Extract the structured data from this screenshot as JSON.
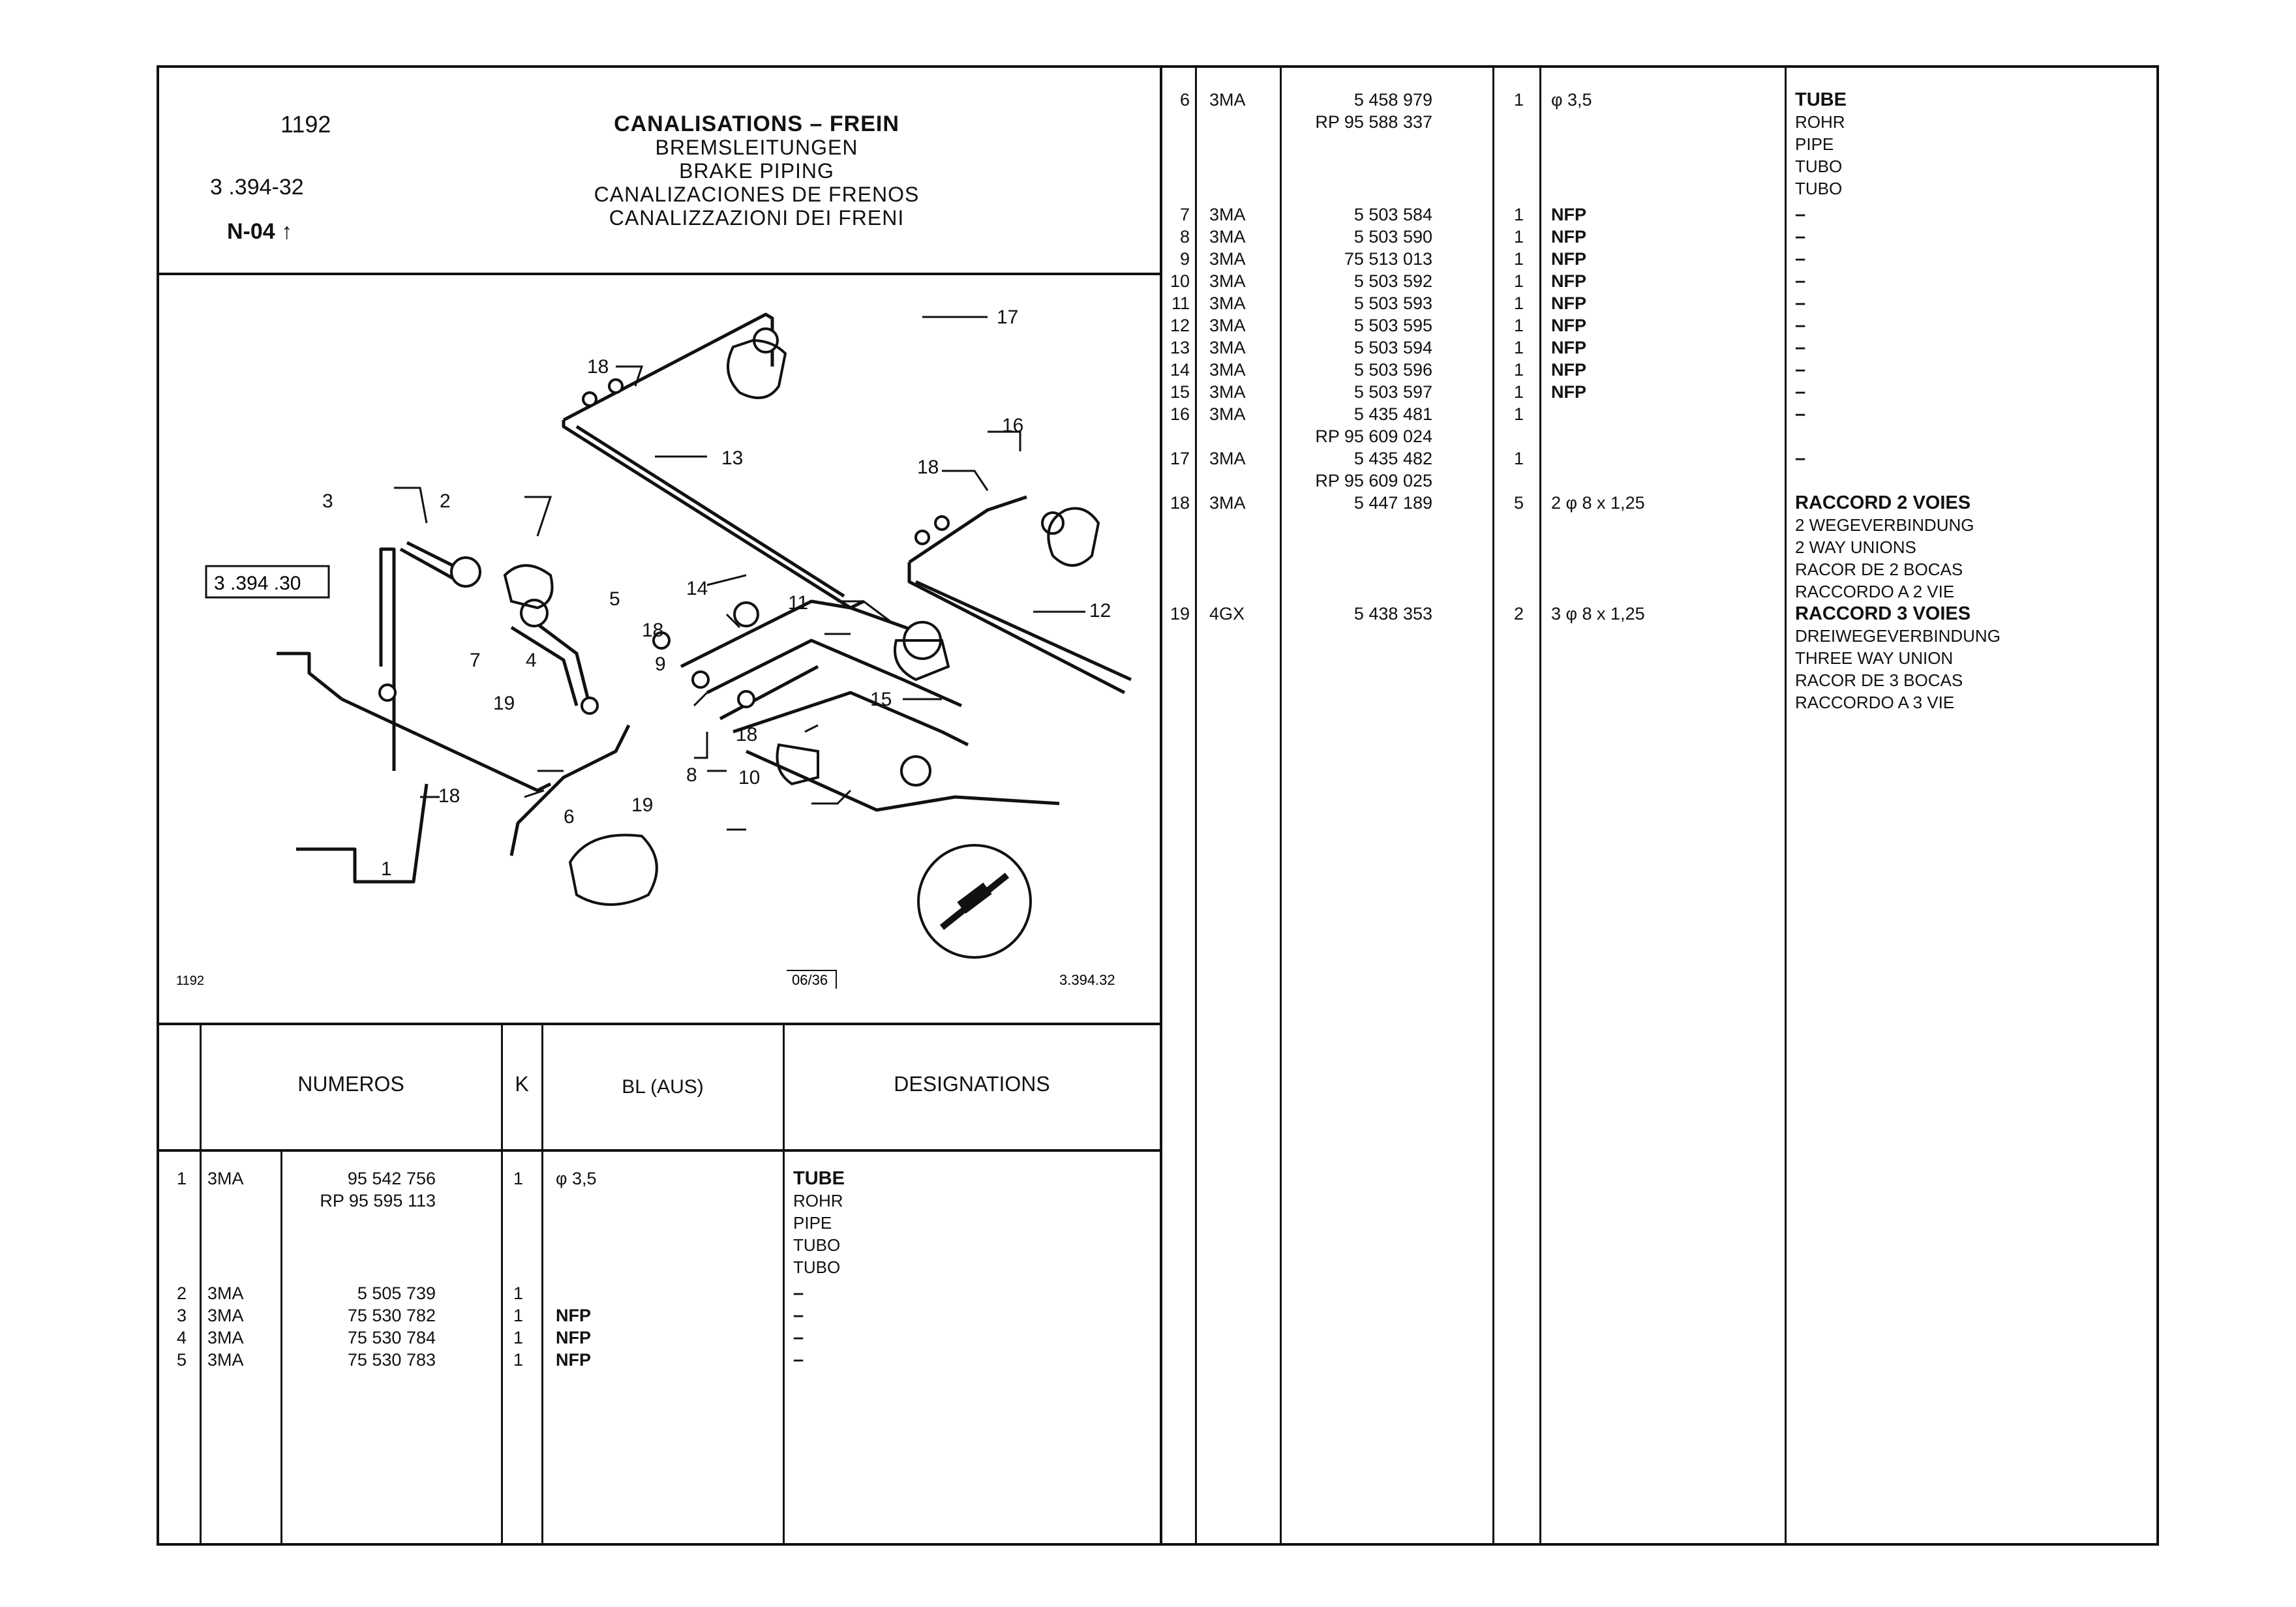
{
  "header": {
    "code": "1192",
    "group": "3 .394-32",
    "variant": "N-04",
    "titles": [
      "CANALISATIONS – FREIN",
      "BREMSLEITUNGEN",
      "BRAKE PIPING",
      "CANALIZACIONES DE FRENOS",
      "CANALIZZAZIONI DEI FRENI"
    ]
  },
  "diagram": {
    "ref_box": "3 .394 .30",
    "footer_left": "1192",
    "footer_mid": "06/36",
    "footer_right": "3.394.32",
    "callouts": [
      "1",
      "2",
      "3",
      "4",
      "5",
      "6",
      "7",
      "8",
      "9",
      "10",
      "11",
      "12",
      "13",
      "14",
      "15",
      "16",
      "17",
      "18",
      "19"
    ]
  },
  "table_header": {
    "col_index": "",
    "col_numeros": "NUMEROS",
    "col_k": "K",
    "col_bl": "BL (AUS)",
    "col_designations": "DESIGNATIONS"
  },
  "left_rows": [
    {
      "n": "1",
      "code": "3MA",
      "num": "95 542 756",
      "num2": "RP 95 595 113",
      "k": "1",
      "bl": "φ 3,5",
      "desc": [
        "TUBE",
        "ROHR",
        "PIPE",
        "TUBO",
        "TUBO"
      ]
    },
    {
      "n": "2",
      "code": "3MA",
      "num": "5 505 739",
      "num2": "",
      "k": "1",
      "bl": "",
      "desc": [
        "–"
      ]
    },
    {
      "n": "3",
      "code": "3MA",
      "num": "75 530 782",
      "num2": "",
      "k": "1",
      "bl": "NFP",
      "desc": [
        "–"
      ]
    },
    {
      "n": "4",
      "code": "3MA",
      "num": "75 530 784",
      "num2": "",
      "k": "1",
      "bl": "NFP",
      "desc": [
        "–"
      ]
    },
    {
      "n": "5",
      "code": "3MA",
      "num": "75 530 783",
      "num2": "",
      "k": "1",
      "bl": "NFP",
      "desc": [
        "–"
      ]
    }
  ],
  "right_rows": [
    {
      "n": "6",
      "code": "3MA",
      "num": "5 458 979",
      "num2": "RP 95 588 337",
      "k": "1",
      "bl": "φ 3,5",
      "desc": [
        "TUBE",
        "ROHR",
        "PIPE",
        "TUBO",
        "TUBO"
      ]
    },
    {
      "n": "7",
      "code": "3MA",
      "num": "5 503 584",
      "num2": "",
      "k": "1",
      "bl": "NFP",
      "desc": [
        "–"
      ]
    },
    {
      "n": "8",
      "code": "3MA",
      "num": "5 503 590",
      "num2": "",
      "k": "1",
      "bl": "NFP",
      "desc": [
        "–"
      ]
    },
    {
      "n": "9",
      "code": "3MA",
      "num": "75 513 013",
      "num2": "",
      "k": "1",
      "bl": "NFP",
      "desc": [
        "–"
      ]
    },
    {
      "n": "10",
      "code": "3MA",
      "num": "5 503 592",
      "num2": "",
      "k": "1",
      "bl": "NFP",
      "desc": [
        "–"
      ]
    },
    {
      "n": "11",
      "code": "3MA",
      "num": "5 503 593",
      "num2": "",
      "k": "1",
      "bl": "NFP",
      "desc": [
        "–"
      ]
    },
    {
      "n": "12",
      "code": "3MA",
      "num": "5 503 595",
      "num2": "",
      "k": "1",
      "bl": "NFP",
      "desc": [
        "–"
      ]
    },
    {
      "n": "13",
      "code": "3MA",
      "num": "5 503 594",
      "num2": "",
      "k": "1",
      "bl": "NFP",
      "desc": [
        "–"
      ]
    },
    {
      "n": "14",
      "code": "3MA",
      "num": "5 503 596",
      "num2": "",
      "k": "1",
      "bl": "NFP",
      "desc": [
        "–"
      ]
    },
    {
      "n": "15",
      "code": "3MA",
      "num": "5 503 597",
      "num2": "",
      "k": "1",
      "bl": "NFP",
      "desc": [
        "–"
      ]
    },
    {
      "n": "16",
      "code": "3MA",
      "num": "5 435 481",
      "num2": "RP 95 609 024",
      "k": "1",
      "bl": "",
      "desc": [
        "–"
      ]
    },
    {
      "n": "17",
      "code": "3MA",
      "num": "5 435 482",
      "num2": "RP 95 609 025",
      "k": "1",
      "bl": "",
      "desc": [
        "–"
      ]
    },
    {
      "n": "18",
      "code": "3MA",
      "num": "5 447 189",
      "num2": "",
      "k": "5",
      "bl": "2 φ 8 x 1,25",
      "desc": [
        "RACCORD 2 VOIES",
        "2 WEGEVERBINDUNG",
        "2 WAY UNIONS",
        "RACOR DE 2 BOCAS",
        "RACCORDO A 2 VIE"
      ]
    },
    {
      "n": "19",
      "code": "4GX",
      "num": "5 438 353",
      "num2": "",
      "k": "2",
      "bl": "3 φ 8 x 1,25",
      "desc": [
        "RACCORD 3 VOIES",
        "DREIWEGEVERBINDUNG",
        "THREE WAY UNION",
        "RACOR DE 3 BOCAS",
        "RACCORDO A 3 VIE"
      ]
    }
  ]
}
